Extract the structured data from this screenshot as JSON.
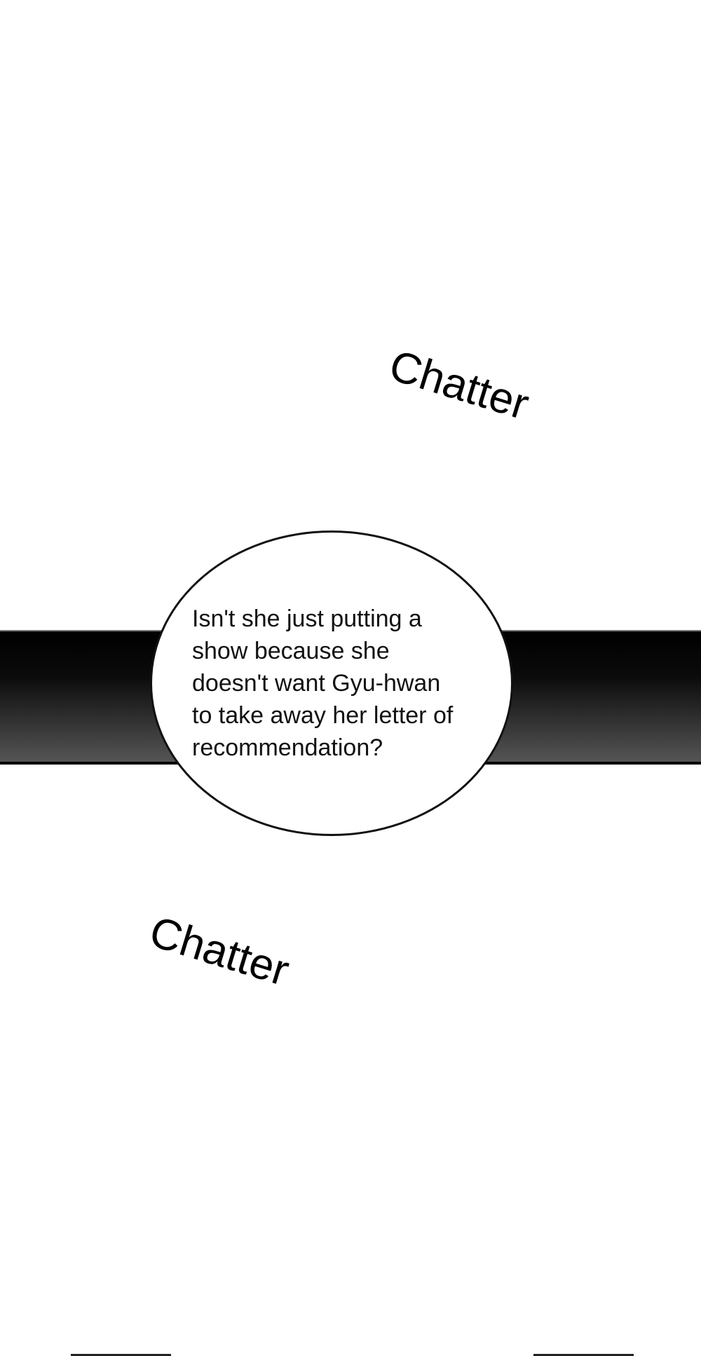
{
  "sfx": {
    "top": "Chatter",
    "bottom": "Chatter"
  },
  "speech_bubble": {
    "lines": [
      "Isn't she just putting a",
      "show because she",
      "doesn't want Gyu-hwan",
      "to take away her letter of",
      "recommendation?"
    ]
  }
}
